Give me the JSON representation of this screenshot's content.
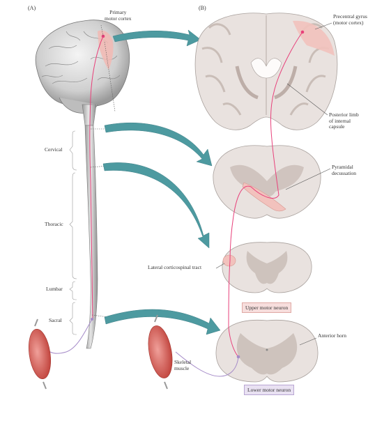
{
  "panels": {
    "a": "(A)",
    "b": "(B)"
  },
  "labels": {
    "primary_motor_cortex": [
      "Primary",
      "motor cortex"
    ],
    "precentral_gyrus": [
      "Precentral gyrus",
      "(motor cortex)"
    ],
    "posterior_limb": [
      "Posterior limb",
      "of internal",
      "capsule"
    ],
    "pyramidal_decussation": [
      "Pyramidal",
      "decussation"
    ],
    "lateral_corticospinal": "Lateral corticospinal tract",
    "anterior_horn": "Anterior horn",
    "skeletal_muscle": [
      "Skeletal",
      "muscle"
    ]
  },
  "regions": {
    "cervical": "Cervical",
    "thoracic": "Thoracic",
    "lumbar": "Lumbar",
    "sacral": "Sacral"
  },
  "legend": {
    "upper": "Upper motor neuron",
    "lower": "Lower motor neuron"
  },
  "colors": {
    "arrow": "#4d9aa0",
    "upper_neuron": "#e8407a",
    "lower_neuron": "#a58bc8",
    "upper_box_fill": "#f7dedd",
    "upper_box_border": "#e0a9a4",
    "lower_box_fill": "#e9e1f2",
    "lower_box_border": "#b9a6d3",
    "tissue": "#e9e2df",
    "grey_matter": "#c9bdb7",
    "muscle": "#d9625a"
  }
}
